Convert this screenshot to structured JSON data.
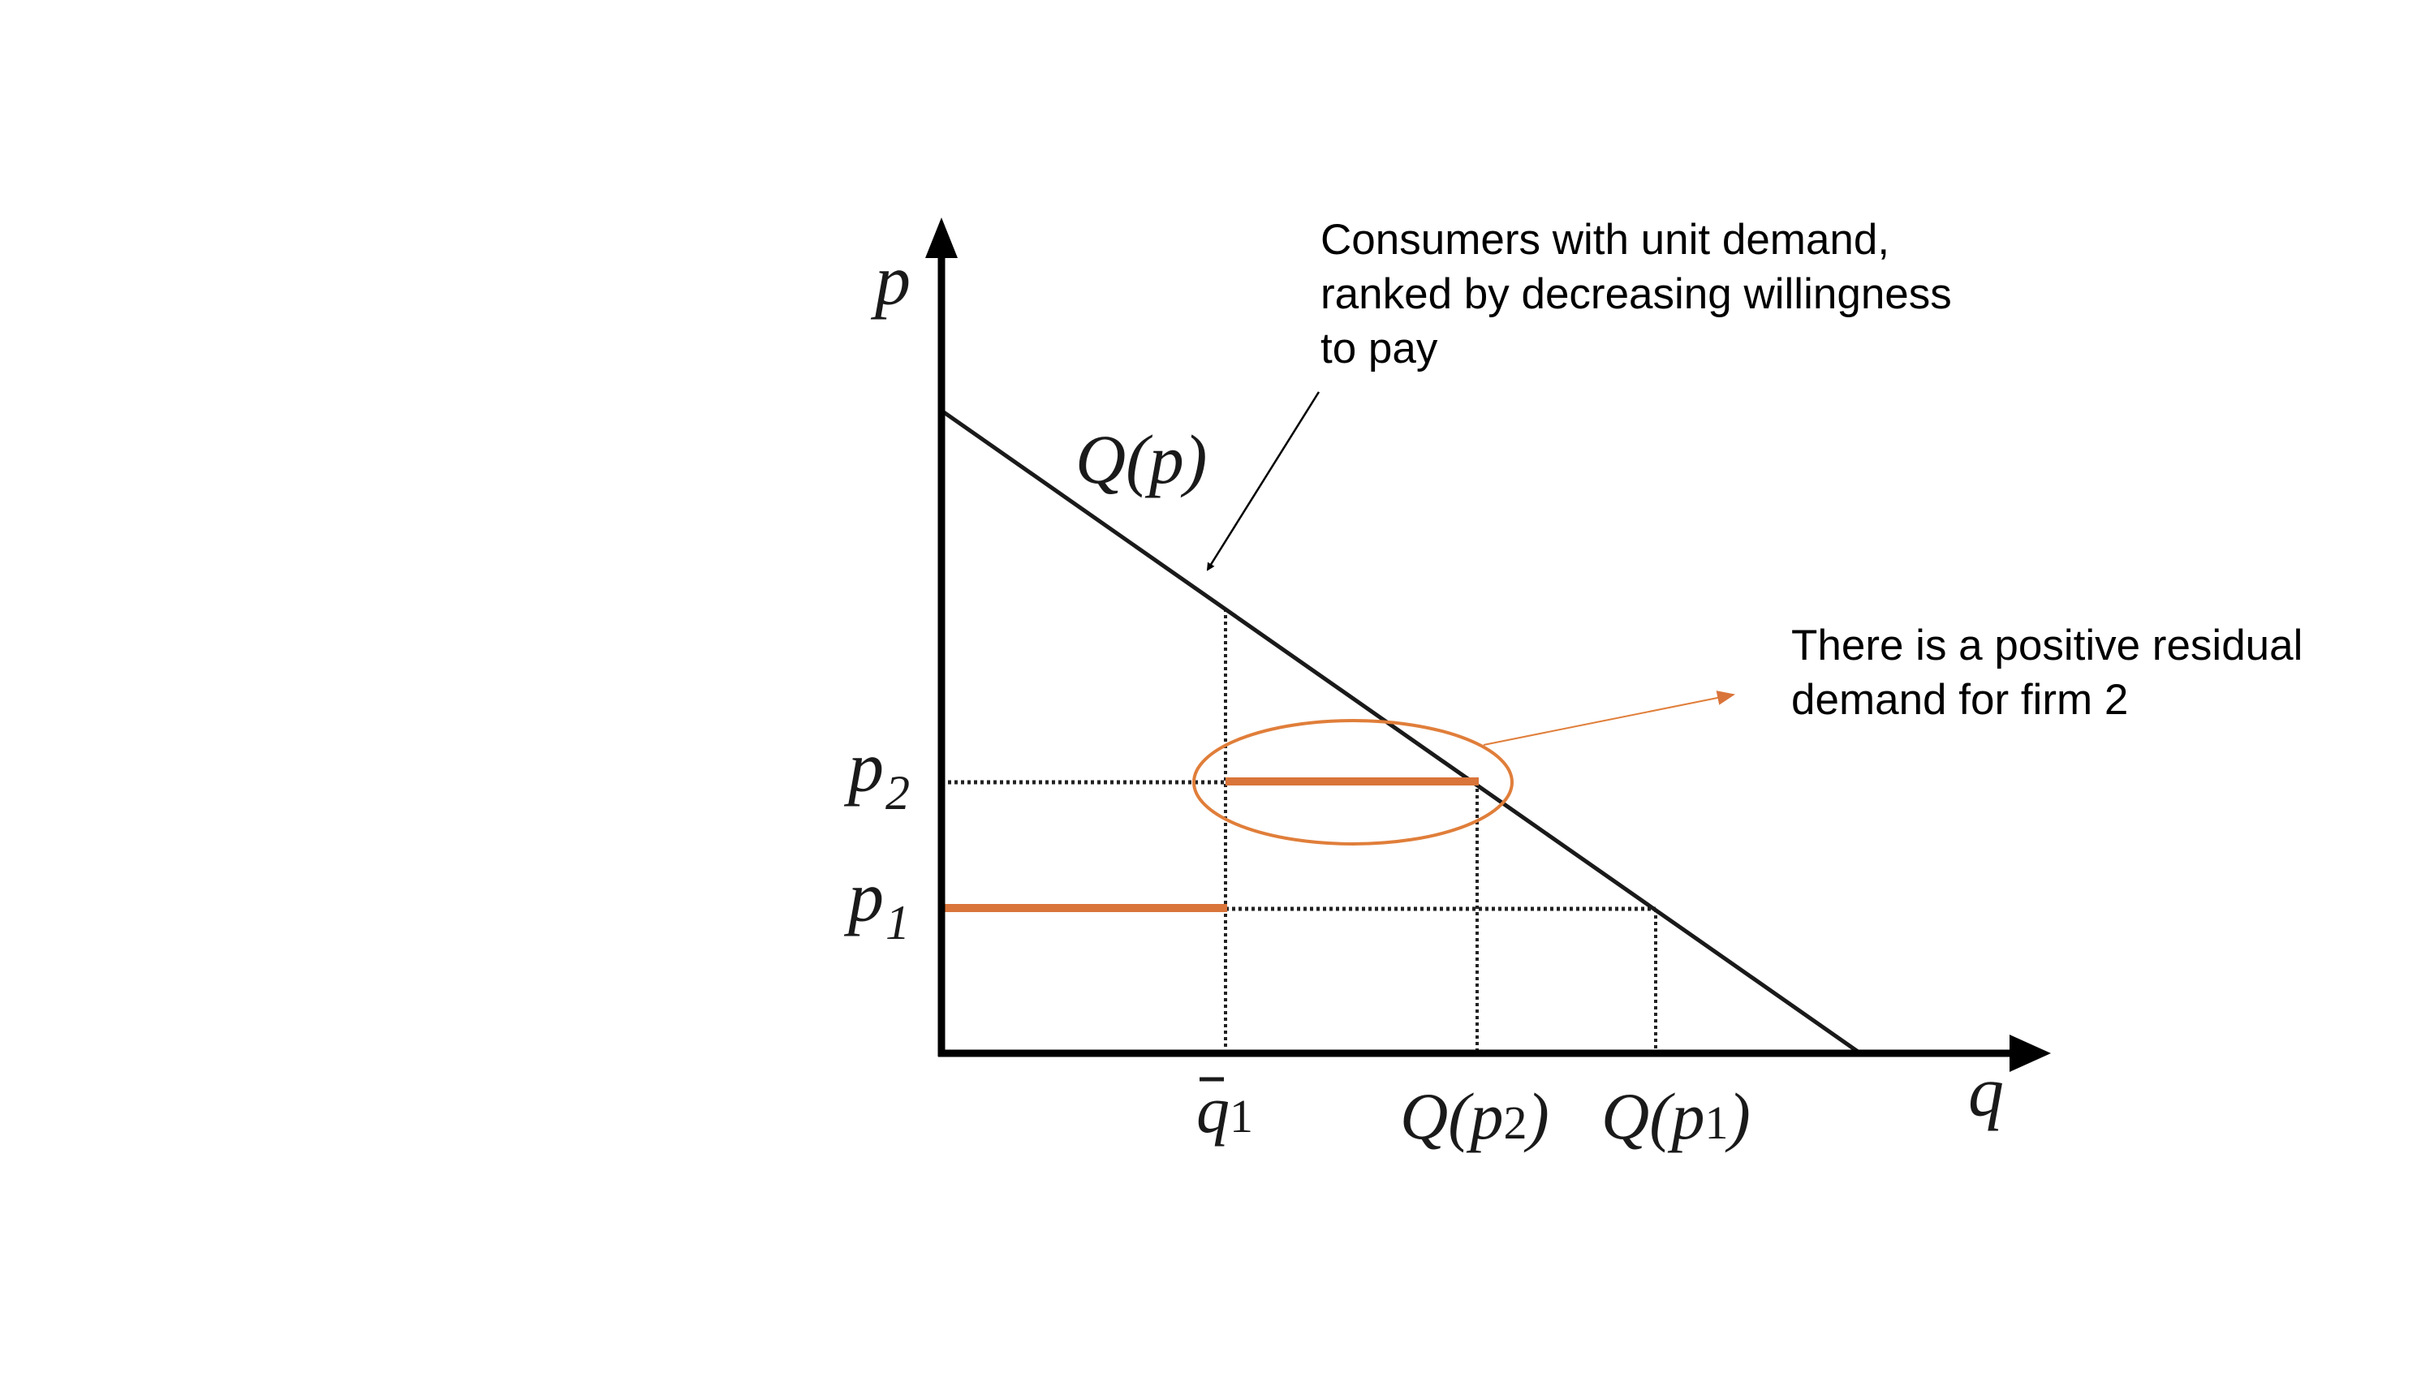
{
  "colors": {
    "axis": "#000000",
    "demand_line": "#1a1a1a",
    "guide": "#222222",
    "highlight": "#d9743a",
    "text": "#000000"
  },
  "axes": {
    "y_label": "p",
    "x_label": "q"
  },
  "curve": {
    "label": "Q(p)"
  },
  "levels": {
    "p2": {
      "symbol": "p",
      "sub": "2"
    },
    "p1": {
      "symbol": "p",
      "sub": "1"
    }
  },
  "ticks": {
    "q1bar": {
      "symbol": "q",
      "sub": "1"
    },
    "q_p2": {
      "prefix": "Q(p",
      "sub": "2",
      "suffix": ")"
    },
    "q_p1": {
      "prefix": "Q(p",
      "sub": "1",
      "suffix": ")"
    }
  },
  "annotations": {
    "consumers": {
      "lines": [
        "Consumers with unit demand,",
        "ranked by decreasing willingness",
        "to pay"
      ]
    },
    "residual": {
      "lines": [
        "There is a positive residual",
        "demand for firm 2"
      ]
    }
  }
}
